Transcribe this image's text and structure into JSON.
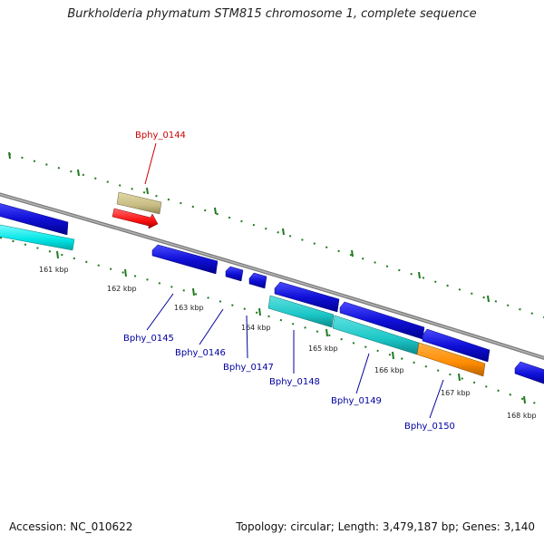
{
  "title": "Burkholderia phymatum STM815 chromosome 1, complete sequence",
  "footer": {
    "accession": "Accession: NC_010622",
    "summary": "Topology: circular; Length: 3,479,187 bp; Genes: 3,140"
  },
  "colors": {
    "backbone": "#8a8a8a",
    "tick": "#1f7a1f",
    "forward_gene": "#1010d8",
    "highlight_gene": "#ff1010",
    "highlight_label": "#cc0000",
    "normal_label": "#0000a0",
    "cyan_gene": "#00e5e5",
    "teal_gene": "#1cc7c7",
    "orange_gene": "#ff8c00",
    "tan_gene": "#c8bd84"
  },
  "ticks": [
    {
      "label": "161 kbp"
    },
    {
      "label": "162 kbp"
    },
    {
      "label": "163 kbp"
    },
    {
      "label": "164 kbp"
    },
    {
      "label": "165 kbp"
    },
    {
      "label": "166 kbp"
    },
    {
      "label": "167 kbp"
    },
    {
      "label": "168 kbp"
    }
  ],
  "genes": [
    {
      "name": "Bphy_0144",
      "highlight": true
    },
    {
      "name": "Bphy_0145",
      "highlight": false
    },
    {
      "name": "Bphy_0146",
      "highlight": false
    },
    {
      "name": "Bphy_0147",
      "highlight": false
    },
    {
      "name": "Bphy_0148",
      "highlight": false
    },
    {
      "name": "Bphy_0149",
      "highlight": false
    },
    {
      "name": "Bphy_0150",
      "highlight": false
    }
  ]
}
